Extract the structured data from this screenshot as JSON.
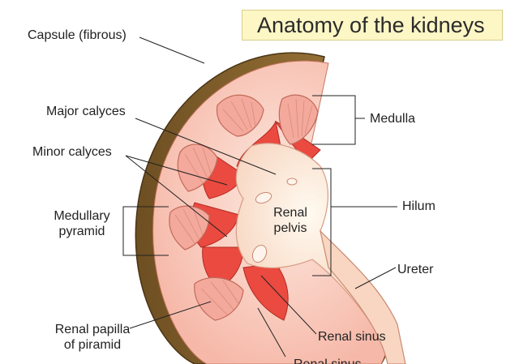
{
  "title": "Anatomy of the kidneys",
  "labels": {
    "capsule": "Capsule (fibrous)",
    "major_calyces": "Major calyces",
    "minor_calyces": "Minor calyces",
    "medullary_pyramid_1": "Medullary",
    "medullary_pyramid_2": "pyramid",
    "medulla": "Medulla",
    "hilum": "Hilum",
    "renal_pelvis_1": "Renal",
    "renal_pelvis_2": "pelvis",
    "ureter": "Ureter",
    "renal_papilla_1": "Renal papilla",
    "renal_papilla_2": "of piramid",
    "renal_sinus": "Renal sinus",
    "cut_off_label": "Renal sinus"
  },
  "colors": {
    "capsule": "#8a6630",
    "cortex": "#f7c6b8",
    "pyramid": "#f4b0a4",
    "calyx_red": "#ea4a40",
    "pelvis": "#fbe6d2",
    "title_bg": "#fdf6c5"
  }
}
